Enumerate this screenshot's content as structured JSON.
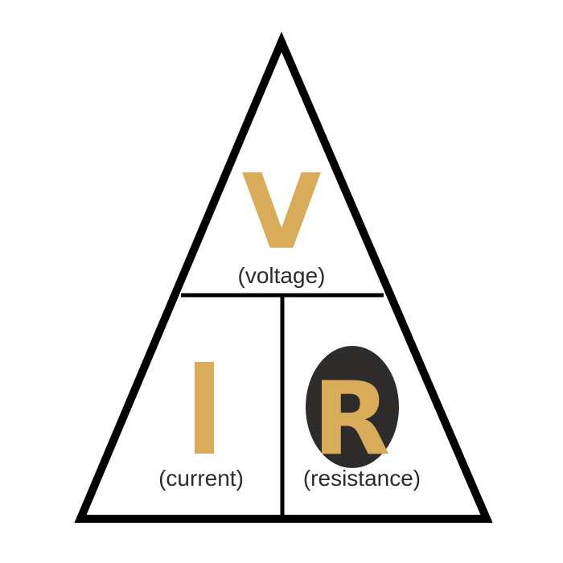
{
  "triangle": {
    "top_letter": "V",
    "top_caption": "(voltage)",
    "left_letter": "I",
    "left_caption": "(current)",
    "right_letter": "R",
    "right_caption": "(resistance)"
  },
  "colors": {
    "background": "#ffffff",
    "outline": "#000000",
    "letter": "#d9ac5a",
    "caption": "#2b2b2b",
    "highlight_circle": "#2e2c2a"
  }
}
